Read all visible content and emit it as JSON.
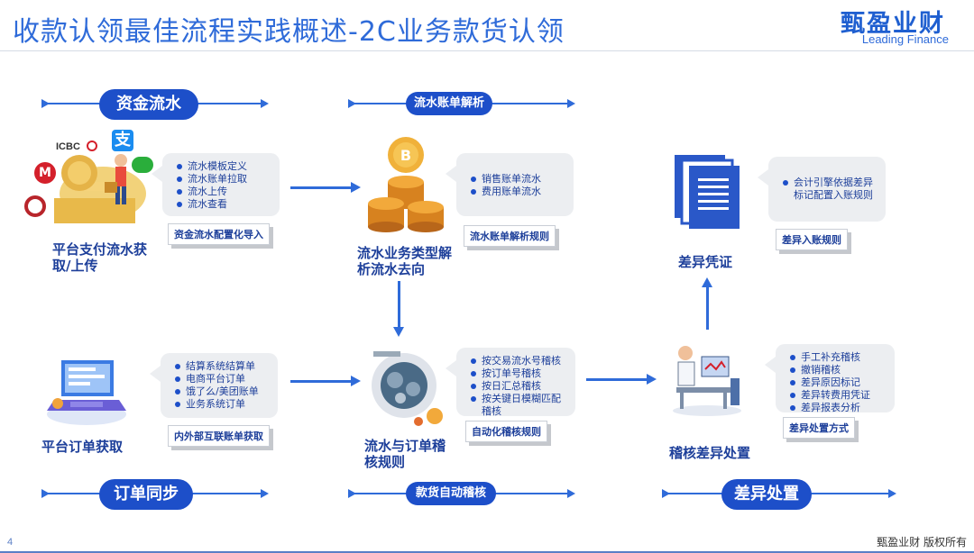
{
  "header": {
    "title": "收款认领最佳流程实践概述-2C业务款货认领",
    "logo_main": "甄盈业财",
    "logo_sub": "Leading Finance"
  },
  "sections": {
    "funds_flow": "资金流水",
    "statement_parse": "流水账单解析",
    "order_sync": "订单同步",
    "auto_check": "款货自动稽核",
    "diff_handle": "差异处置"
  },
  "bank_logos": {
    "icbc": "ICBC",
    "alipay_glyph": "支"
  },
  "node1": {
    "label": "平台支付流水获取/上传",
    "items": [
      "流水模板定义",
      "流水账单拉取",
      "流水上传",
      "流水查看"
    ],
    "tag": "资金流水配置化导入"
  },
  "node2": {
    "label": "流水业务类型解析流水去向",
    "items": [
      "销售账单流水",
      "费用账单流水"
    ],
    "tag": "流水账单解析规则"
  },
  "node3": {
    "label": "差异凭证",
    "items": [
      "会计引擎依据差异标记配置入账规则"
    ],
    "tag": "差异入账规则"
  },
  "node4": {
    "label": "平台订单获取",
    "items": [
      "结算系统结算单",
      "电商平台订单",
      "饿了么/美团账单",
      "业务系统订单"
    ],
    "tag": "内外部互联账单获取"
  },
  "node5": {
    "label": "流水与订单稽核规则",
    "items": [
      "按交易流水号稽核",
      "按订单号稽核",
      "按日汇总稽核",
      "按关键日模糊匹配稽核"
    ],
    "tag": "自动化稽核规则"
  },
  "node6": {
    "label": "稽核差异处置",
    "items": [
      "手工补充稽核",
      "撤销稽核",
      "差异原因标记",
      "差异转费用凭证",
      "差异报表分析"
    ],
    "tag": "差异处置方式"
  },
  "footer": {
    "page_num": "4",
    "copyright": "甄盈业财 版权所有"
  },
  "colors": {
    "primary": "#1d4fc9",
    "accent": "#2f6bd9",
    "card": "#eceef1"
  }
}
